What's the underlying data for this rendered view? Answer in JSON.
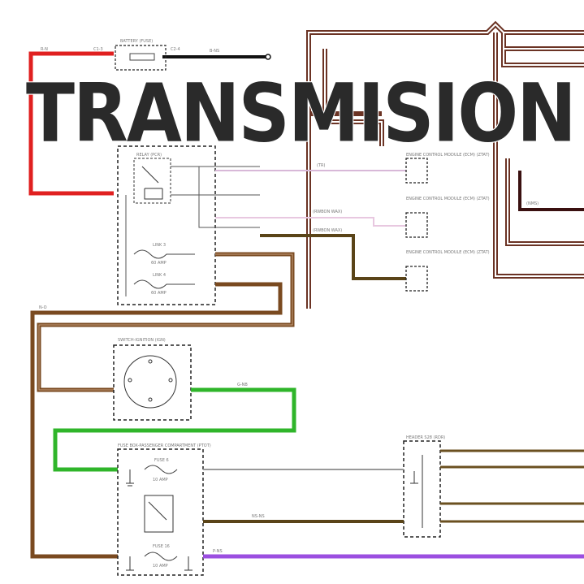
{
  "banner": {
    "title": "TRANSMISION"
  },
  "labels": {
    "battery_fuse": "BATTERY (FUSE)",
    "relay": "RELAY (PCR)",
    "link3": "LINK 3",
    "link3_amp": "60 AMP",
    "link4": "LINK 4",
    "link4_amp": "60 AMP",
    "switch_ignition": "SWITCH-IGNITION (IGN)",
    "pdu_ptot": "FUSE BOX-PASSENGER COMPARTMENT (PTOT)",
    "fuse6": "FUSE 6",
    "fuse6_amp": "10 AMP",
    "fuse16": "FUSE 16",
    "fuse16_amp": "10 AMP",
    "header_s28": "HEADER S28 (RDR)",
    "ecm1": "ENGINE CONTROL MODULE (ECM) (ZTAT)",
    "ecm2": "ENGINE CONTROL MODULE (ECM) (ZTAT)",
    "ecm3": "ENGINE CONTROL MODULE (ECM) (ZTAT)",
    "tr1": "(TR)",
    "tr2": "(RWBON WAX)",
    "tr3": "(RWBON WAX)",
    "nms": "(NMS)",
    "connector_c1": "C1-3",
    "connector_c2": "C2-4",
    "wire_red": "R-N",
    "wire_black": "B-NS",
    "wire_green": "G-NB",
    "wire_brown": "N-O",
    "wire_brown2": "NS-NS",
    "wire_purple": "P-NS"
  },
  "colors": {
    "red": "#e02020",
    "black": "#111111",
    "brown": "#7a4a20",
    "brown_outer": "#6b3324",
    "brown_inner": "#ffffff",
    "olive": "#5a4418",
    "green": "#2fb52a",
    "purple": "#9b4fe0",
    "dark_maroon": "#3a1010",
    "light_pink": "#e8c8e0"
  }
}
